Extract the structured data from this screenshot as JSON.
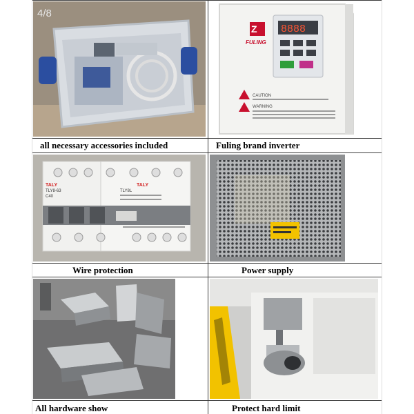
{
  "captions": {
    "accessories": "all necessary accessories included",
    "inverter": "Fuling brand inverter",
    "wire": "Wire protection",
    "power": "Power supply",
    "hardware": "All hardware show",
    "limit": "Protect hard limit"
  },
  "photo_text": {
    "page_counter": "4/8",
    "brand": "FULING",
    "display": "8888",
    "caution": "CAUTION",
    "warning": "WARNING",
    "breaker_brand": "TALY",
    "breaker_model_left": "TLY8-63",
    "breaker_rating_left": "C40",
    "breaker_model_right": "TLY8L"
  },
  "colors": {
    "inverter_red": "#c8102e",
    "breaker_logo_red": "#d21f1f",
    "hazard_yellow": "#f2c200",
    "grid_line": "#3a3a3a"
  }
}
